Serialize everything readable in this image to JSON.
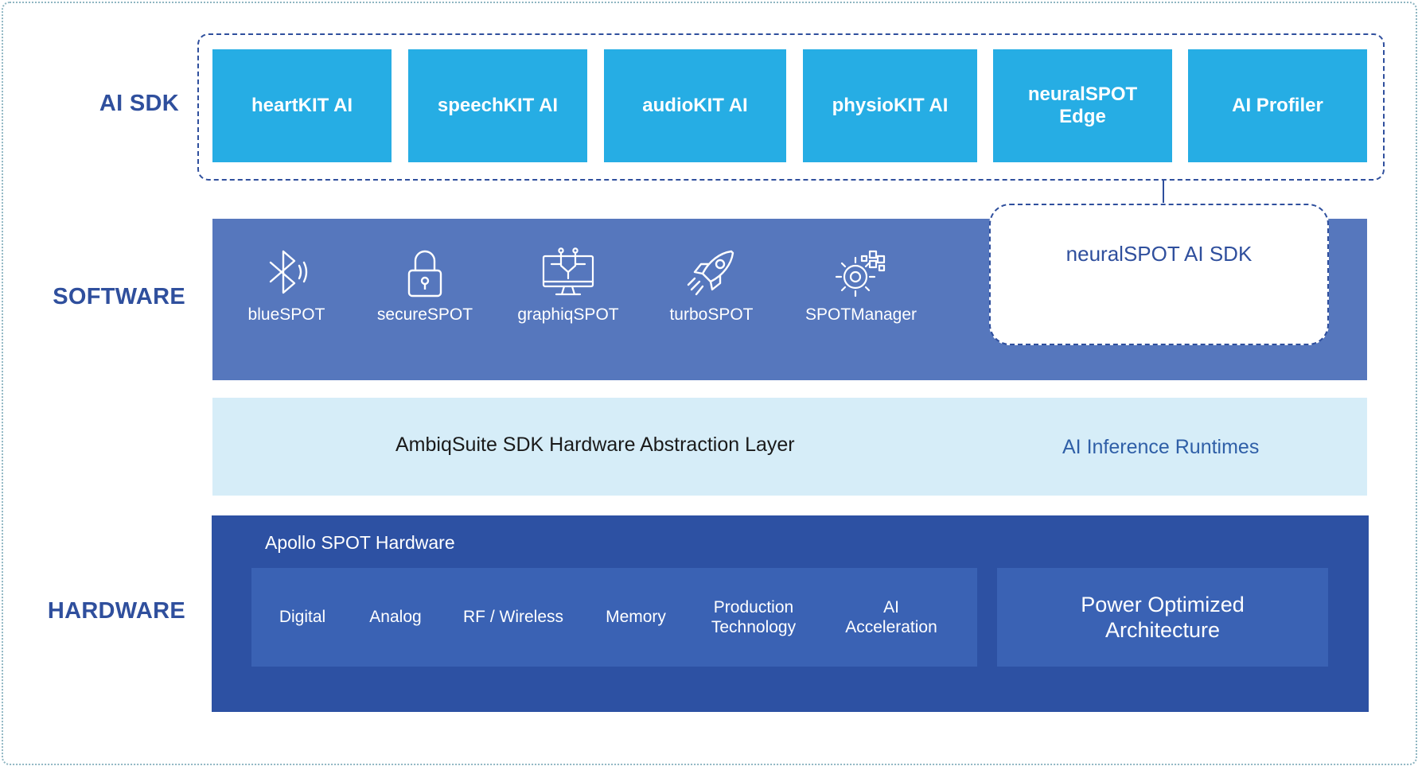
{
  "layers": {
    "ai_sdk": "AI SDK",
    "software": "SOFTWARE",
    "hardware": "HARDWARE"
  },
  "ai_sdk": {
    "items": [
      "heartKIT AI",
      "speechKIT AI",
      "audioKIT AI",
      "physioKIT AI",
      "neuralSPOT Edge",
      "AI Profiler"
    ]
  },
  "software": {
    "items": [
      {
        "label": "blueSPOT",
        "icon": "bluetooth-icon"
      },
      {
        "label": "secureSPOT",
        "icon": "lock-icon"
      },
      {
        "label": "graphiqSPOT",
        "icon": "display-icon"
      },
      {
        "label": "turboSPOT",
        "icon": "rocket-icon"
      },
      {
        "label": "SPOTManager",
        "icon": "gear-icon"
      }
    ],
    "neuralspot_sdk": "neuralSPOT AI SDK"
  },
  "hal": {
    "label": "AmbiqSuite SDK Hardware Abstraction Layer",
    "runtimes": "AI Inference Runtimes"
  },
  "hardware": {
    "title": "Apollo SPOT Hardware",
    "items": [
      "Digital",
      "Analog",
      "RF / Wireless",
      "Memory",
      "Production Technology",
      "AI Acceleration"
    ],
    "architecture": "Power Optimized Architecture"
  },
  "colors": {
    "label_blue": "#2f4f9d",
    "kit_cyan": "#26ade4",
    "software_band": "#5677bd",
    "hal_band": "#d6edf8",
    "hardware_band": "#2d51a3",
    "hardware_inner": "#3a62b4"
  }
}
